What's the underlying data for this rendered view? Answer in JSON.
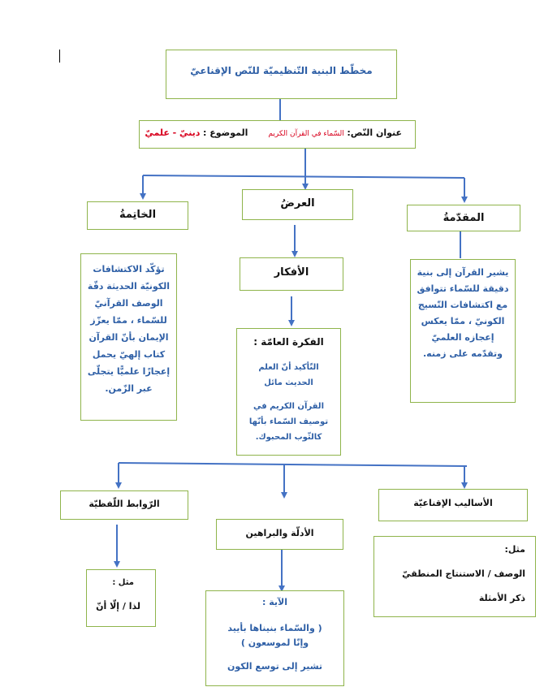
{
  "title": "مخطّط البنية التّنظيميّة للنّص الإقناعيّ",
  "header": {
    "label_title": "عنوان النّص:",
    "title_value": "السّماء في القرآن الكريم",
    "label_topic": "الموضوع :",
    "topic_value": "دينيّ - علميّ"
  },
  "sections": {
    "intro": {
      "title": "المقدّمةُ",
      "text": "يشير القرآن إلى بنية دقيقة للسّماء تتوافق مع اكتشافات التّسيج الكونيّ ، ممّا يعكس إعجازه العلميّ وتقدّمه على زمنه."
    },
    "body": {
      "title": "العرضُ",
      "ideas": "الأفكار",
      "general_idea_title": "الفكرة العامّة :",
      "general_idea_p1": "التّأكيد أنّ العلم الحديث مائل",
      "general_idea_p2": "القرآن الكريم في توصيف السّماء بأنّها كالثّوب المحبوك."
    },
    "conclusion": {
      "title": "الخاتِمةُ",
      "text": "تؤكّد الاكتشافات الكونيّة الحديثة دقّة الوصف القرآنيّ للسّماء ، ممّا يعزّز الإيمان بأنّ القرآن كتاب إلهيّ يحمل إعجازًا علميًّا يتجلّى عبر الزّمن."
    }
  },
  "bottom": {
    "methods": {
      "title": "الأساليب الإقناعيّة",
      "example_label": "مثل:",
      "line1": "الوصف / الاستنتاج المنطقيّ",
      "line2": "ذكر الأمثلة"
    },
    "evidence": {
      "title": "الأدلّة والبراهين",
      "verse_label": "الآية :",
      "verse_text": "( والسّماء بنيناها بأييد وإنّا لموسعون )",
      "note": "تشير إلى توسع الكون"
    },
    "connectors": {
      "title": "الرّوابط اللّفظيّة",
      "example_label": "مثل :",
      "line": "لذا / إلّا أنّ"
    }
  },
  "colors": {
    "border": "#8fb44b",
    "arrow": "#4472c4",
    "accent_red": "#d8001d",
    "body_blue": "#2e5fa6"
  }
}
